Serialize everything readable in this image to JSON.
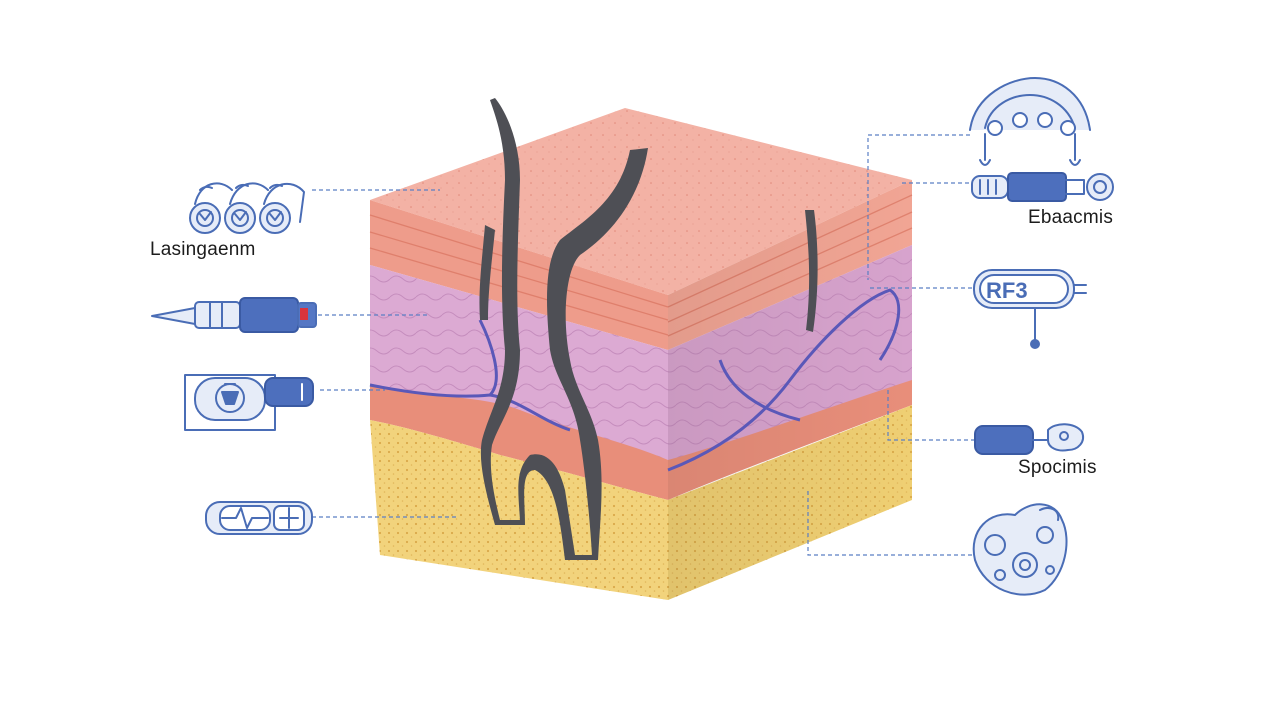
{
  "labels": {
    "left": "Lasingaenm",
    "right_top": "Ebaacmis",
    "right_mid": "Spocimis",
    "device_rf": "RF3"
  },
  "colors": {
    "epidermis": "#f1b0a4",
    "dermis": "#d9a7cf",
    "hypodermis": "#f0d37a",
    "hair": "#4e4f55",
    "vessel": "#5a58b8",
    "icon_stroke": "#4a6db6",
    "leader_line": "#5b7fc4"
  },
  "icons": [
    "roller-cluster-icon",
    "microneedle-pen-icon",
    "handheld-scanner-icon",
    "pulse-monitor-icon",
    "dome-device-icon",
    "handpiece-probe-icon",
    "rf-device-icon",
    "cylinder-probe-icon",
    "cell-cluster-icon"
  ]
}
